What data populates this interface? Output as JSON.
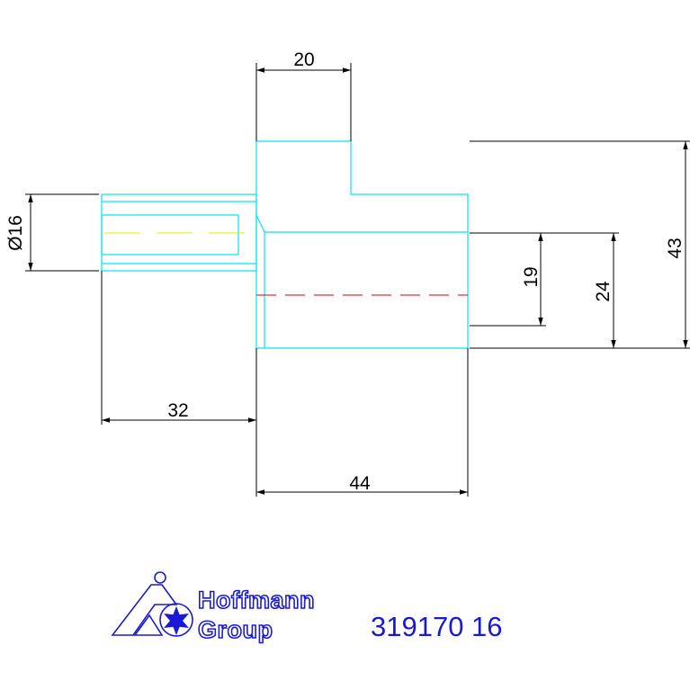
{
  "drawing": {
    "dimensions": {
      "top_width": "20",
      "diameter": "Ø16",
      "left_length": "32",
      "body_length": "44",
      "inner_height": "19",
      "mid_height": "24",
      "total_height": "43"
    },
    "colors": {
      "outline": "#00e5ee",
      "dimension": "#000000",
      "centerline_red": "#e00000",
      "centerline_yellow": "#e8e800",
      "brand": "#1a1ad6"
    }
  },
  "logo": {
    "line1": "Hoffmann",
    "line2": "Group",
    "icon": "hoffmann-group-logo-icon"
  },
  "part_number": "319170 16"
}
